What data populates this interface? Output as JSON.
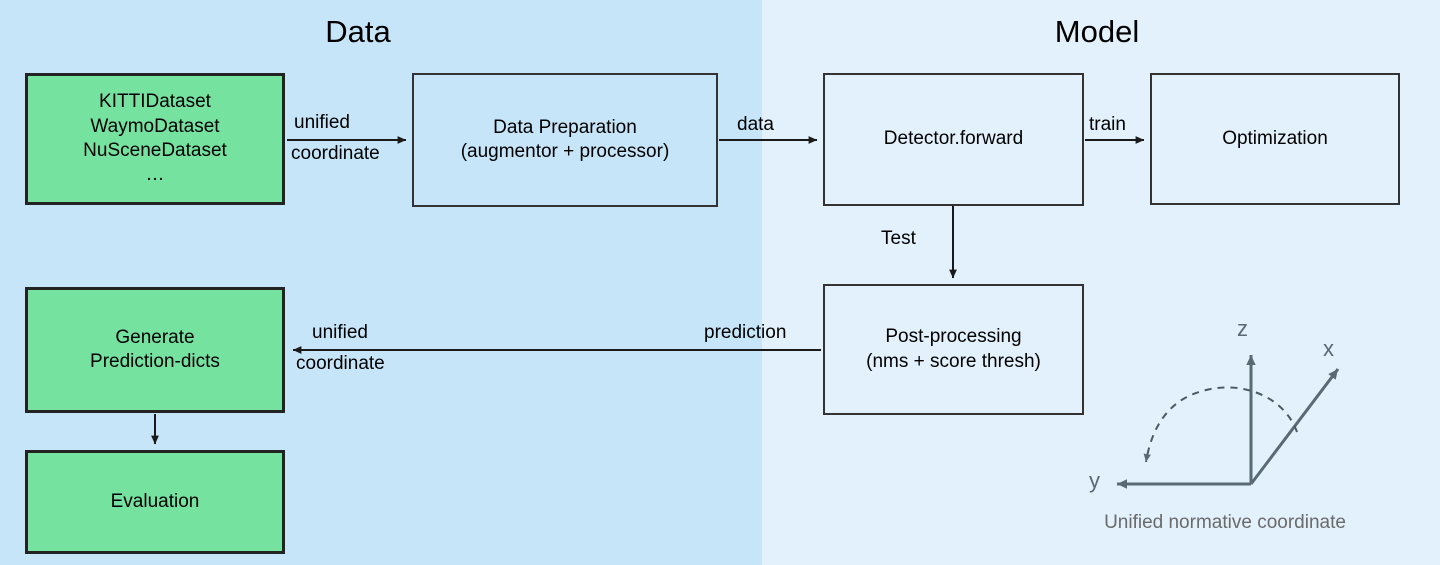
{
  "diagram": {
    "title_left": "Data",
    "title_right": "Model",
    "colors": {
      "bg_left": "#c6e5f8",
      "bg_right": "#e2f1fb",
      "node_green": "#76e2a0",
      "node_border": "#232323",
      "plain_border": "#333333",
      "coord_gray": "#5a6a72",
      "caption_gray": "#6a6a6a"
    }
  },
  "nodes": {
    "datasets": {
      "lines": [
        "KITTIDataset",
        "WaymoDataset",
        "NuSceneDataset",
        "…"
      ]
    },
    "data_preparation": {
      "lines": [
        "Data Preparation",
        "(augmentor + processor)"
      ]
    },
    "detector_forward": {
      "lines": [
        "Detector.forward"
      ]
    },
    "optimization": {
      "lines": [
        "Optimization"
      ]
    },
    "post_processing": {
      "lines": [
        "Post-processing",
        "(nms + score thresh)"
      ]
    },
    "generate_prediction_dicts": {
      "lines": [
        "Generate",
        "Prediction-dicts"
      ]
    },
    "evaluation": {
      "lines": [
        "Evaluation"
      ]
    }
  },
  "edges": {
    "unified_coordinate_top": {
      "line1": "unified",
      "line2": "coordinate"
    },
    "data": {
      "label": "data"
    },
    "train": {
      "label": "train"
    },
    "test": {
      "label": "Test"
    },
    "prediction": {
      "label": "prediction"
    },
    "unified_coordinate_bottom": {
      "line1": "unified",
      "line2": "coordinate"
    }
  },
  "coordinate_system": {
    "caption": "Unified normative coordinate",
    "axis_z": "z",
    "axis_x": "x",
    "axis_y": "y"
  }
}
